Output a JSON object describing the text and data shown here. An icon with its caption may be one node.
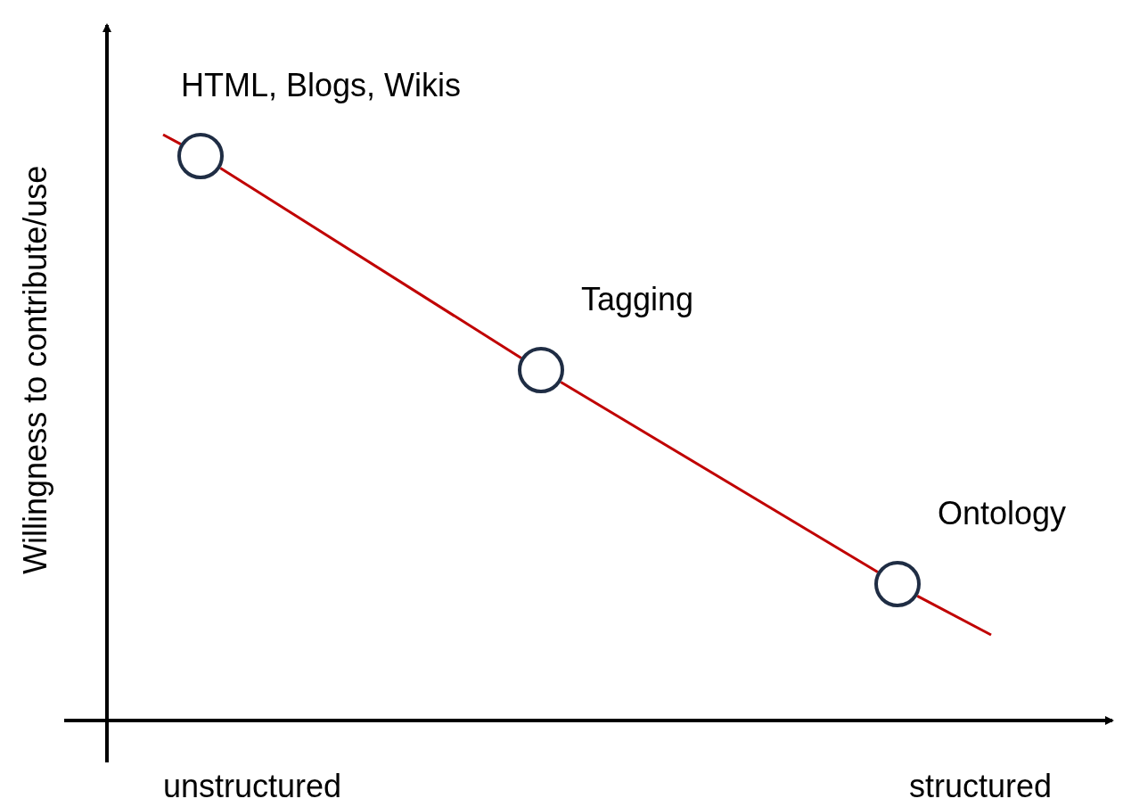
{
  "diagram": {
    "nodes": [
      {
        "text": [],
        "shape": "circle",
        "beside": [
          "HTML, Blogs, Wikis"
        ]
      },
      {
        "text": [],
        "shape": "circle",
        "beside": [
          "Tagging"
        ]
      },
      {
        "text": [],
        "shape": "circle",
        "beside": [
          "Ontology"
        ]
      }
    ],
    "edges": [
      {
        "from": null,
        "to": 0,
        "arrow": "none",
        "color": "#c00000"
      },
      {
        "from": 0,
        "to": 1,
        "arrow": "none",
        "color": "#c00000"
      },
      {
        "from": 1,
        "to": 2,
        "arrow": "none",
        "color": "#c00000"
      },
      {
        "from": 2,
        "to": null,
        "arrow": "none",
        "color": "#c00000"
      }
    ],
    "labels": [
      "Willingness to contribute/use",
      "unstructured",
      "structured"
    ]
  }
}
